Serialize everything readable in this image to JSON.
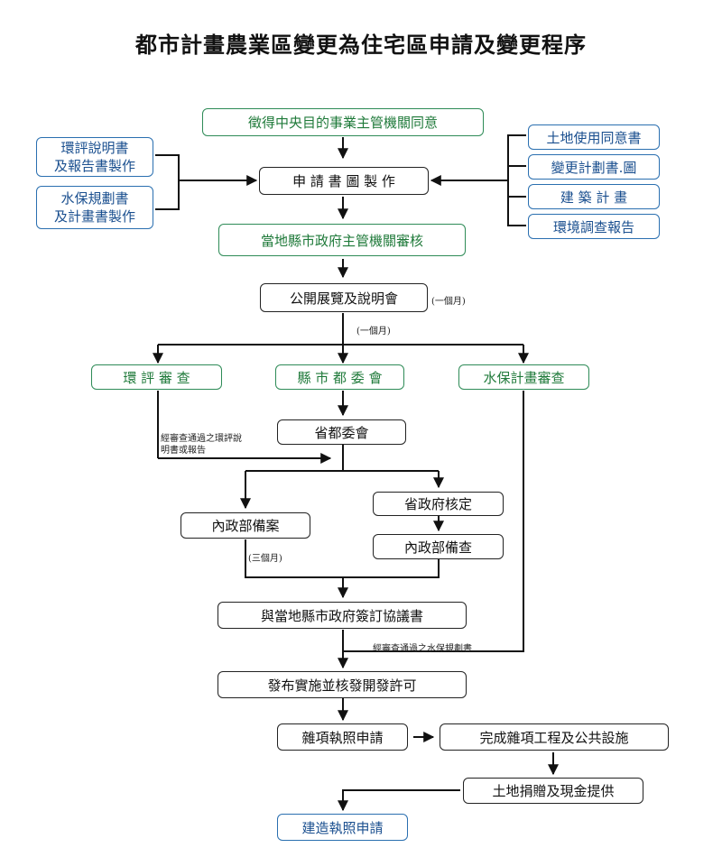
{
  "title": "都市計畫農業區變更為住宅區申請及變更程序",
  "colors": {
    "black": "#222222",
    "green": "#2e8b57",
    "blue": "#2a6fb0"
  },
  "nodes": {
    "central_consent": "徵得中央目的事業主管機關同意",
    "eia_doc_1": "環評說明書",
    "eia_doc_2": "及報告書製作",
    "soil_plan_1": "水保規劃書",
    "soil_plan_2": "及計畫書製作",
    "application_docs": "申 請 書 圖 製 作",
    "land_consent": "土地使用同意書",
    "change_plan": "變更計劃書.圖",
    "building_plan": "建 築 計 畫",
    "env_survey": "環境調查報告",
    "county_review": "當地縣市政府主管機關審核",
    "public_exhibit": "公開展覽及說明會",
    "eia_review": "環 評 審 查",
    "county_committee": "縣 市 都 委 會",
    "soil_review": "水保計畫審查",
    "province_committee": "省都委會",
    "province_approval": "省政府核定",
    "interior_record": "內政部備案",
    "interior_check": "內政部備查",
    "agreement": "與當地縣市政府簽訂協議書",
    "issue_permit": "發布實施並核發開發許可",
    "misc_license": "雜項執照申請",
    "public_works": "完成雜項工程及公共設施",
    "land_donation": "土地捐贈及現金提供",
    "building_license": "建造執照申請"
  },
  "notes": {
    "one_month_a": "(一個月)",
    "one_month_b": "(一個月)",
    "eia_passed": "經審查通過之環評說明書或報告",
    "three_months": "(三個月)",
    "soil_passed": "經審查通過之水保規劃書"
  }
}
